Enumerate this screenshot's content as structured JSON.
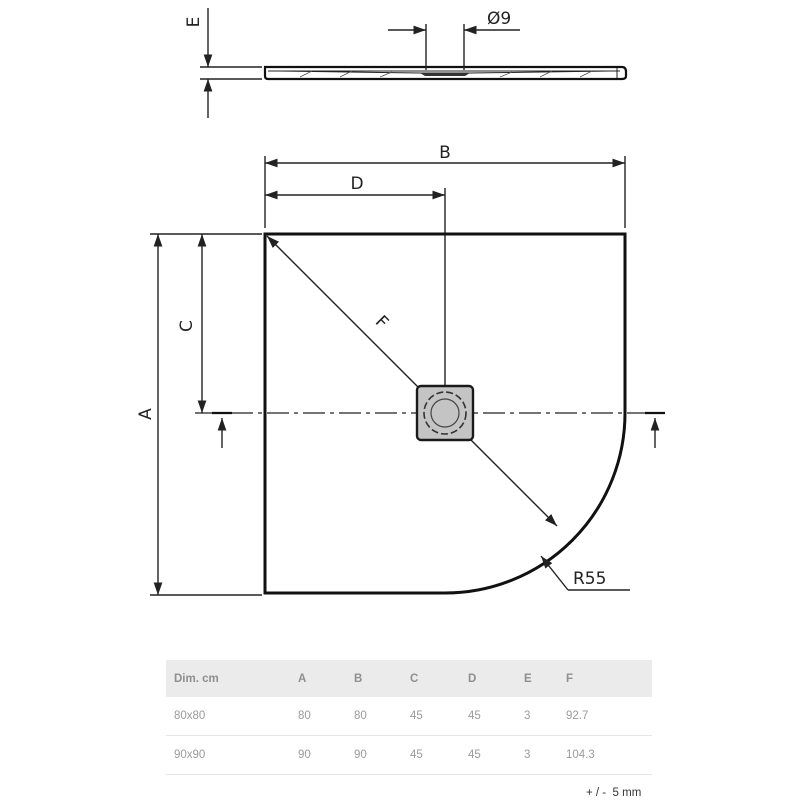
{
  "drawing": {
    "labels": {
      "A": "A",
      "B": "B",
      "C": "C",
      "D": "D",
      "E": "E",
      "F": "F",
      "drain_diameter": "Ø9",
      "radius": "R55"
    }
  },
  "table": {
    "headers": [
      "Dim. cm",
      "A",
      "B",
      "C",
      "D",
      "E",
      "F"
    ],
    "rows": [
      [
        "80x80",
        "80",
        "80",
        "45",
        "45",
        "3",
        "92.7"
      ],
      [
        "90x90",
        "90",
        "90",
        "45",
        "45",
        "3",
        "104.3"
      ]
    ]
  },
  "tolerance": "+ / -  5 mm"
}
